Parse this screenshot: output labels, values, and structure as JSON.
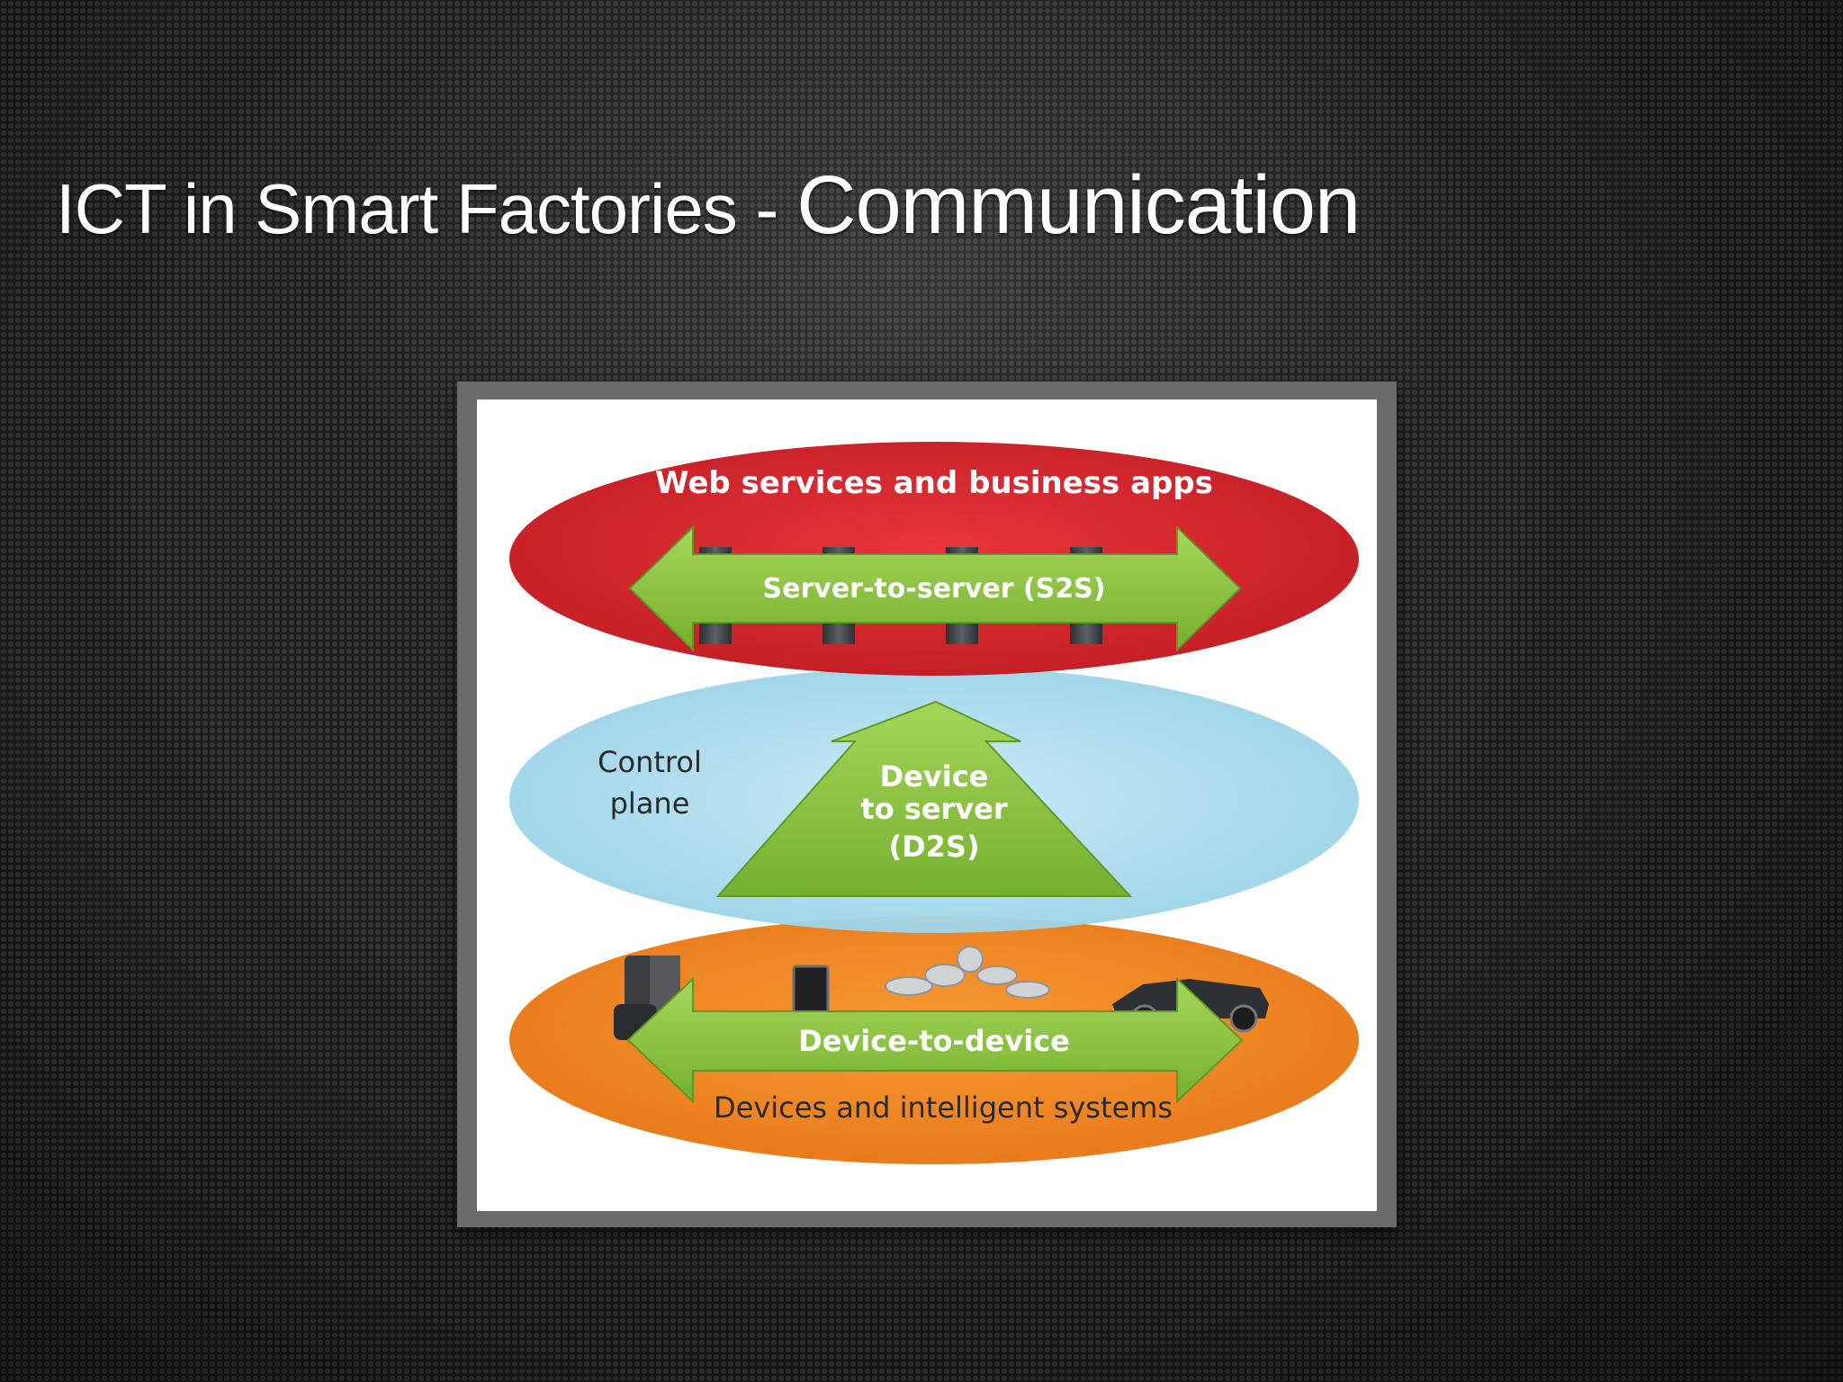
{
  "slide": {
    "title_part1": "ICT in Smart Factories - ",
    "title_part2": "Communication"
  },
  "diagram": {
    "top_layer": {
      "label": "Web services and business apps",
      "arrow_label": "Server-to-server (S2S)",
      "color": "#d8262c"
    },
    "middle_layer": {
      "label_line1": "Control",
      "label_line2": "plane",
      "arrow_line1": "Device",
      "arrow_line2": "to server",
      "arrow_line3": "(D2S)",
      "color": "#a9dcec"
    },
    "bottom_layer": {
      "arrow_label": "Device-to-device",
      "label": "Devices and intelligent systems",
      "color": "#f28a22"
    },
    "arrow_color": "#8cc63e"
  }
}
